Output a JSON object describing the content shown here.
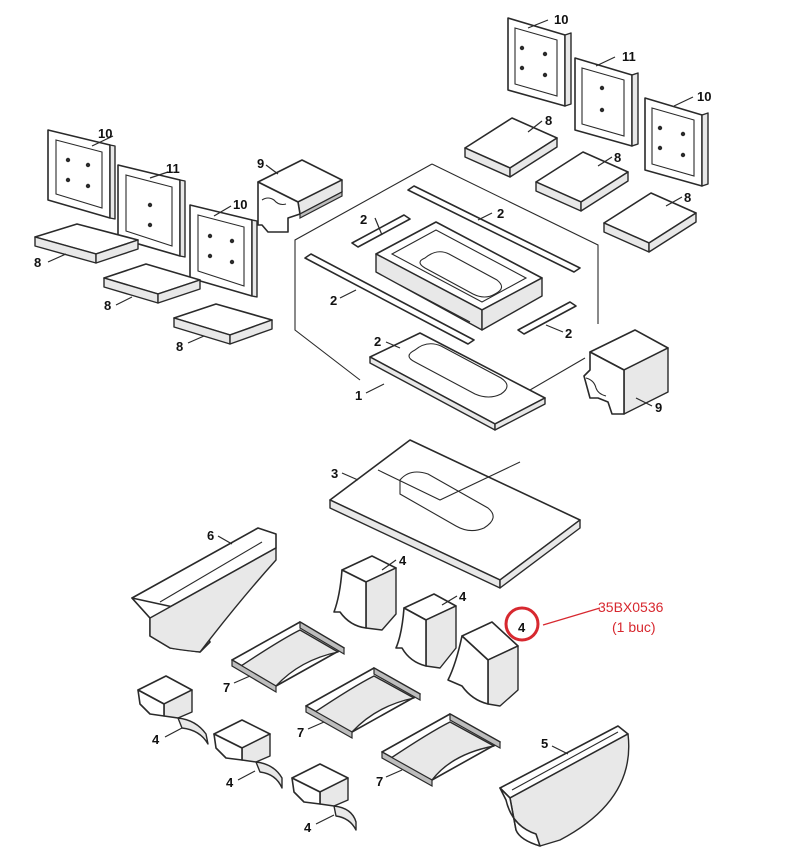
{
  "callouts": {
    "c1": "1",
    "c2a": "2",
    "c2b": "2",
    "c2c": "2",
    "c2d": "2",
    "c2e": "2",
    "c3": "3",
    "c4a": "4",
    "c4b": "4",
    "c4c": "4",
    "c4d": "4",
    "c4e": "4",
    "c4f": "4",
    "c5": "5",
    "c6": "6",
    "c7a": "7",
    "c7b": "7",
    "c7c": "7",
    "c8a": "8",
    "c8b": "8",
    "c8c": "8",
    "c8d": "8",
    "c8e": "8",
    "c8f": "8",
    "c9a": "9",
    "c9b": "9",
    "c10a": "10",
    "c10b": "10",
    "c10c": "10",
    "c10d": "10",
    "c11a": "11",
    "c11b": "11"
  },
  "annotation": {
    "code": "35BX0536",
    "qty": "(1 buc)",
    "color": "#d7282f"
  }
}
